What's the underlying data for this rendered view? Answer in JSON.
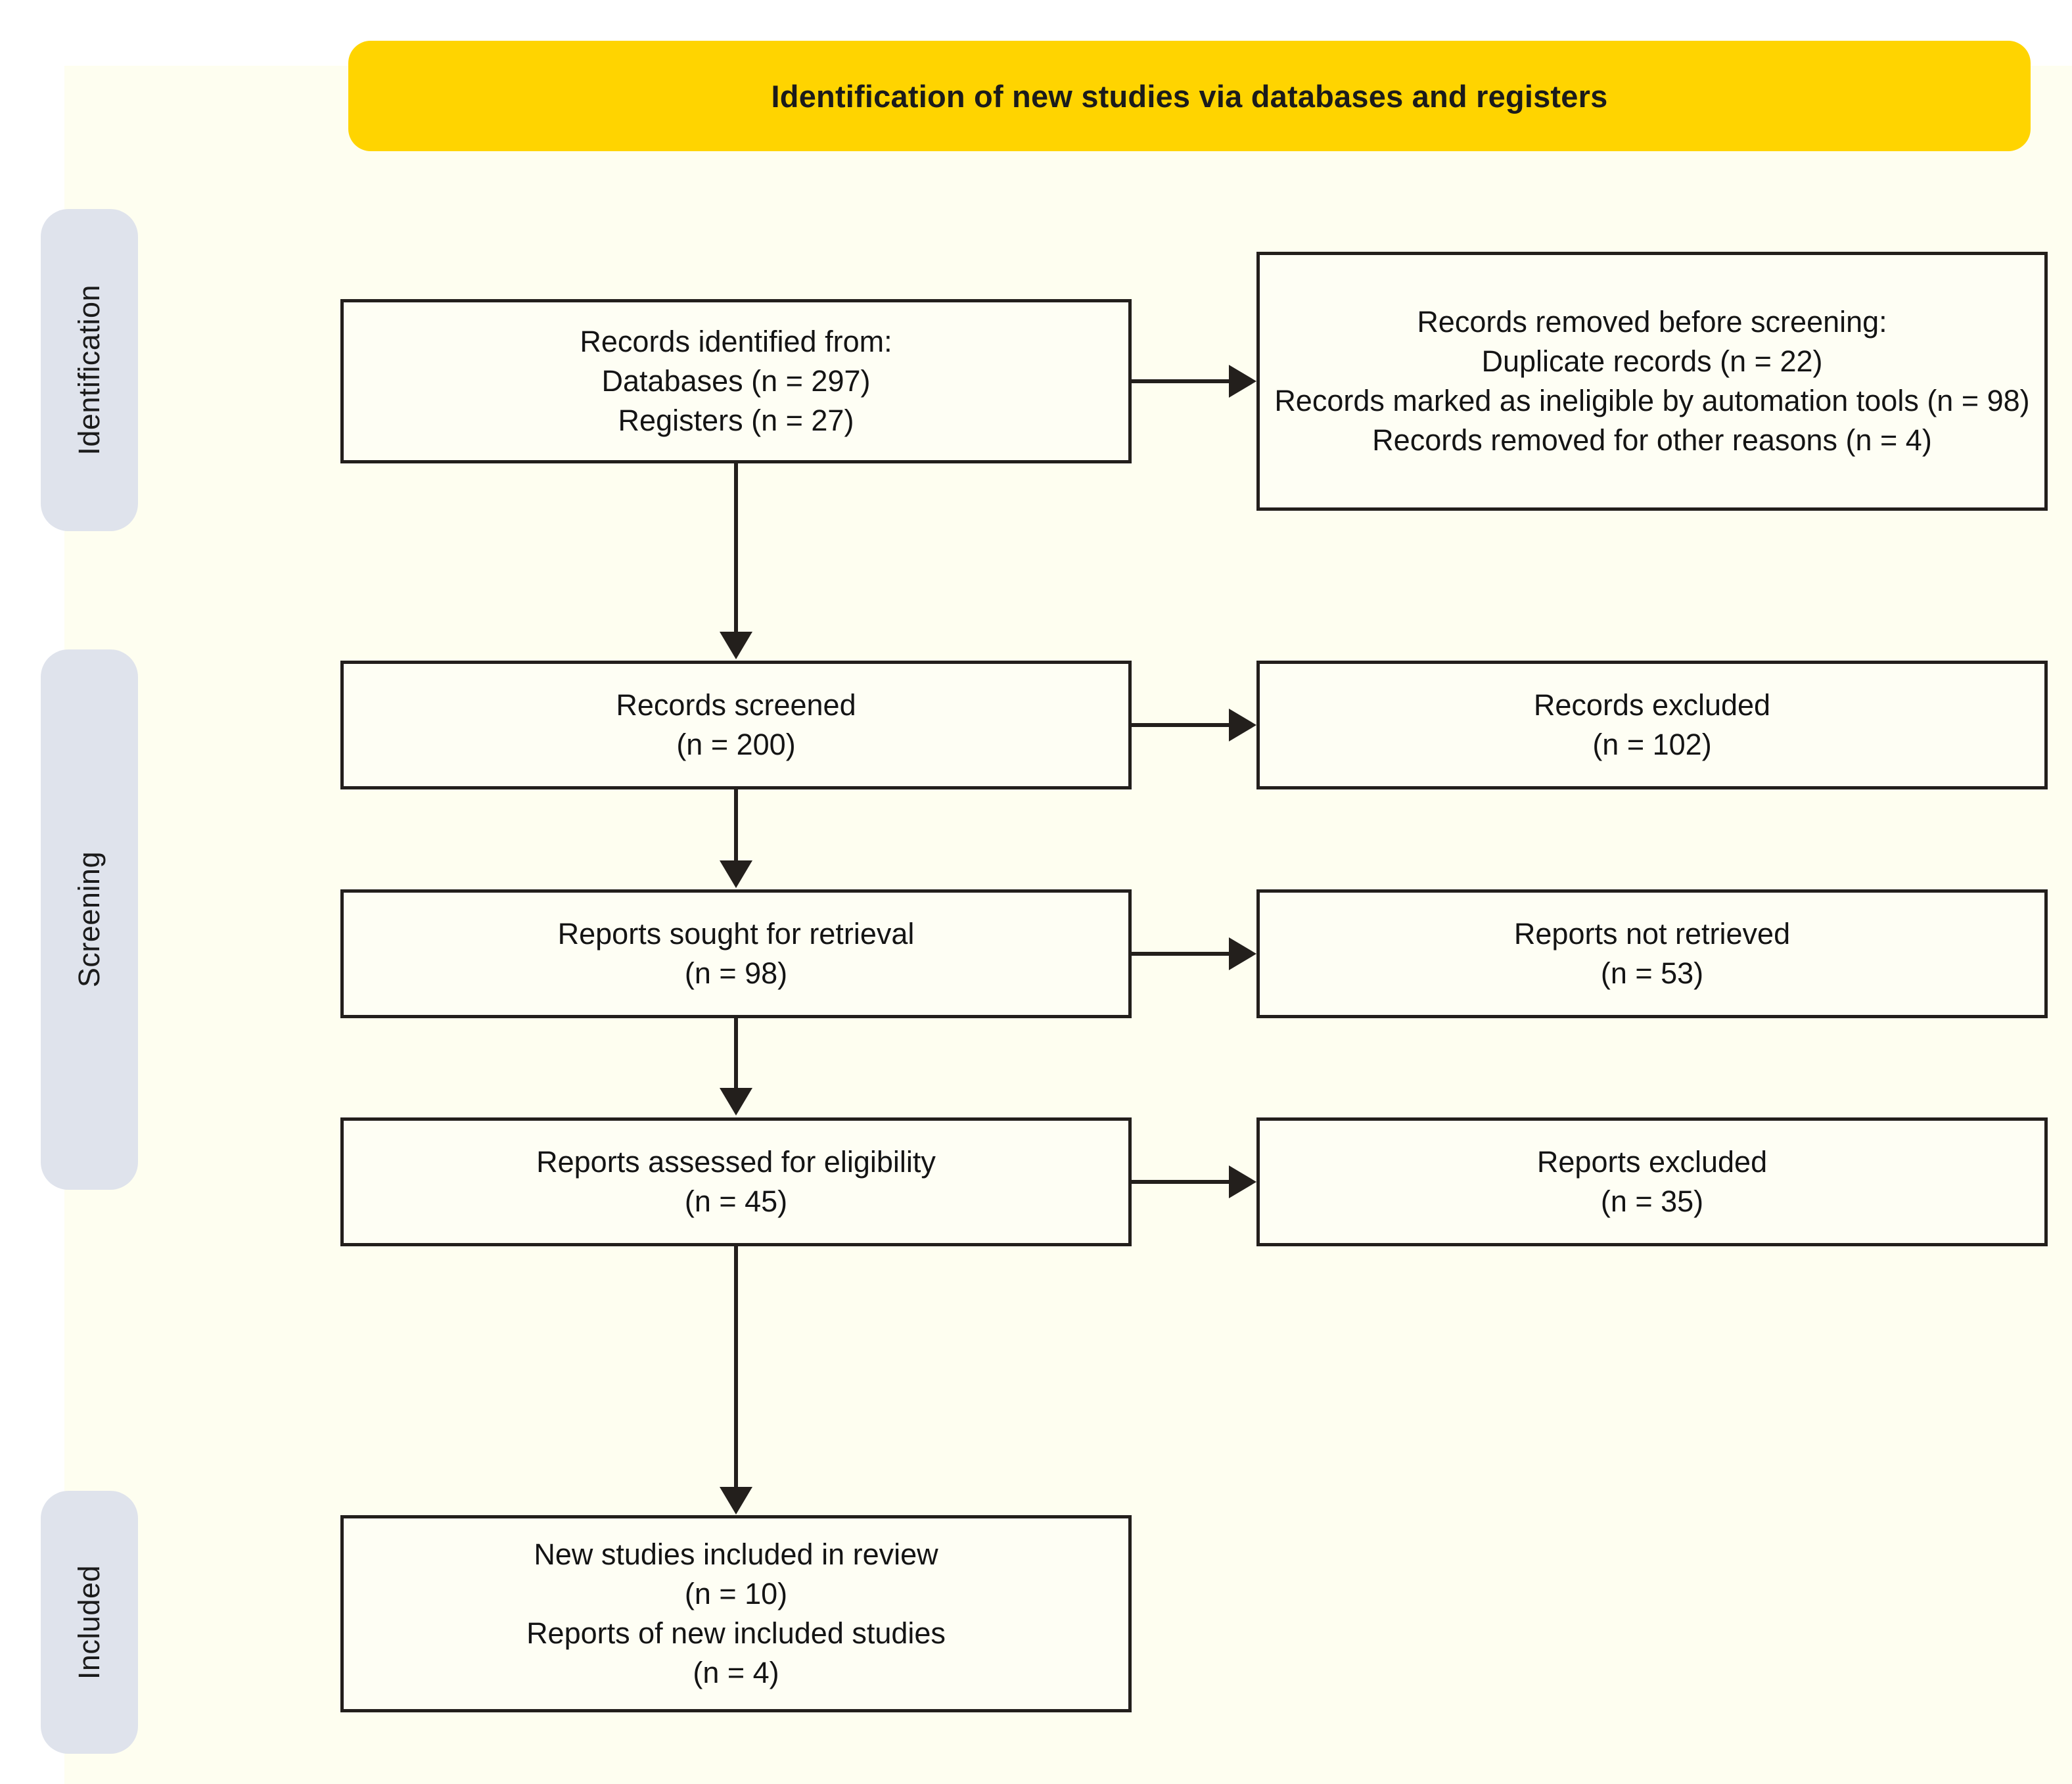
{
  "figure": {
    "type": "prisma-flow-diagram",
    "background_color": "#fefef0",
    "banner_color": "#ffd400",
    "pill_color": "#dfe3ec",
    "box_border_color": "#231f1c"
  },
  "header": {
    "title": "Identification of new studies via databases and registers"
  },
  "stages": [
    {
      "id": "identification",
      "label": "Identification"
    },
    {
      "id": "screening",
      "label": "Screening"
    },
    {
      "id": "included",
      "label": "Included"
    }
  ],
  "boxes": {
    "identified": {
      "lines": [
        "Records identified from:",
        "Databases (n = 297)",
        "Registers (n = 27)"
      ]
    },
    "removed_before_screening": {
      "lines": [
        "Records removed before screening:",
        "Duplicate records (n = 22)",
        "Records marked as ineligible by automation tools (n = 98)",
        "Records removed for other reasons (n = 4)"
      ]
    },
    "records_screened": {
      "lines": [
        "Records screened",
        "(n = 200)"
      ]
    },
    "records_excluded": {
      "lines": [
        "Records excluded",
        "(n = 102)"
      ]
    },
    "reports_sought": {
      "lines": [
        "Reports sought for retrieval",
        "(n = 98)"
      ]
    },
    "reports_not_retrieved": {
      "lines": [
        "Reports not retrieved",
        "(n = 53)"
      ]
    },
    "reports_assessed": {
      "lines": [
        "Reports assessed for eligibility",
        "(n = 45)"
      ]
    },
    "reports_excluded": {
      "lines": [
        "Reports excluded",
        "(n = 35)"
      ]
    },
    "new_studies_included": {
      "lines": [
        "New studies included in review",
        "(n = 10)",
        "Reports of new included studies",
        "(n = 4)"
      ]
    }
  }
}
